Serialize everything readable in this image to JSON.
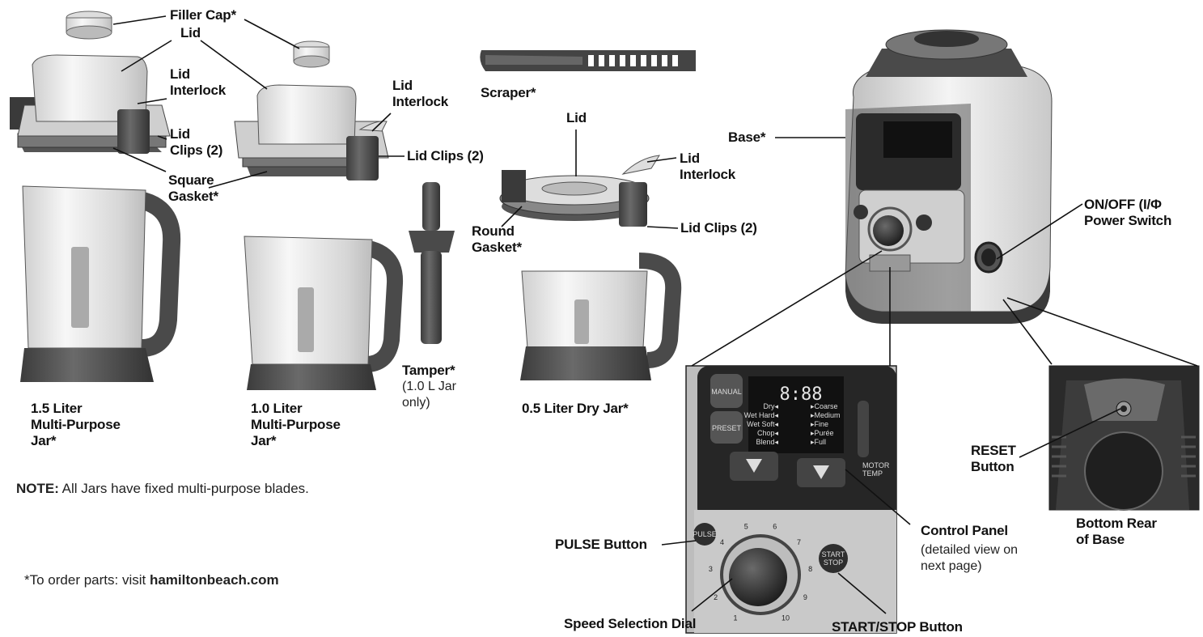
{
  "labels": {
    "filler_cap": "Filler Cap*",
    "lid_top": "Lid",
    "lid_interlock_1": "Lid\nInterlock",
    "lid_clips_1": "Lid\nClips (2)",
    "square_gasket": "Square\nGasket*",
    "lid_interlock_2": "Lid\nInterlock",
    "lid_clips_2": "Lid Clips (2)",
    "scraper": "Scraper*",
    "lid_dry": "Lid",
    "lid_interlock_3": "Lid\nInterlock",
    "round_gasket": "Round\nGasket*",
    "lid_clips_3": "Lid Clips (2)",
    "base": "Base*",
    "power_switch": "ON/OFF (I/Φ\nPower Switch",
    "jar_15": "1.5 Liter\nMulti-Purpose\nJar*",
    "jar_10": "1.0 Liter\nMulti-Purpose\nJar*",
    "tamper_title": "Tamper*",
    "tamper_note": "(1.0 L Jar\nonly)",
    "jar_05": "0.5 Liter Dry Jar*",
    "reset_button": "RESET\nButton",
    "bottom_rear": "Bottom Rear\nof Base",
    "control_panel_title": "Control Panel",
    "control_panel_note": "(detailed view on\nnext page)",
    "pulse_button": "PULSE Button",
    "speed_dial": "Speed Selection Dial",
    "start_stop_button": "START/STOP Button"
  },
  "note": {
    "prefix": "NOTE:",
    "text": " All Jars have fixed multi-purpose blades."
  },
  "order": {
    "prefix": "*To order parts: visit ",
    "site": "hamiltonbeach.com"
  },
  "panel": {
    "manual": "MANUAL",
    "preset": "PRESET",
    "digits": "8:88",
    "left_presets": [
      "Dry◂",
      "Wet Hard◂",
      "Wet Soft◂",
      "Chop◂",
      "Blend◂"
    ],
    "right_presets": [
      "▸Coarse",
      "▸Medium",
      "▸Fine",
      "▸Purée",
      "▸Full"
    ],
    "motor_temp": "MOTOR\nTEMP",
    "pulse": "PULSE",
    "start": "START",
    "stop": "STOP",
    "dial_numbers": [
      "1",
      "2",
      "3",
      "4",
      "5",
      "6",
      "7",
      "8",
      "9",
      "10"
    ]
  },
  "colors": {
    "ink": "#111111",
    "jar_gray": "#e2e2e2",
    "dark_gray": "#555555",
    "panel_black": "#1d1d1d"
  }
}
